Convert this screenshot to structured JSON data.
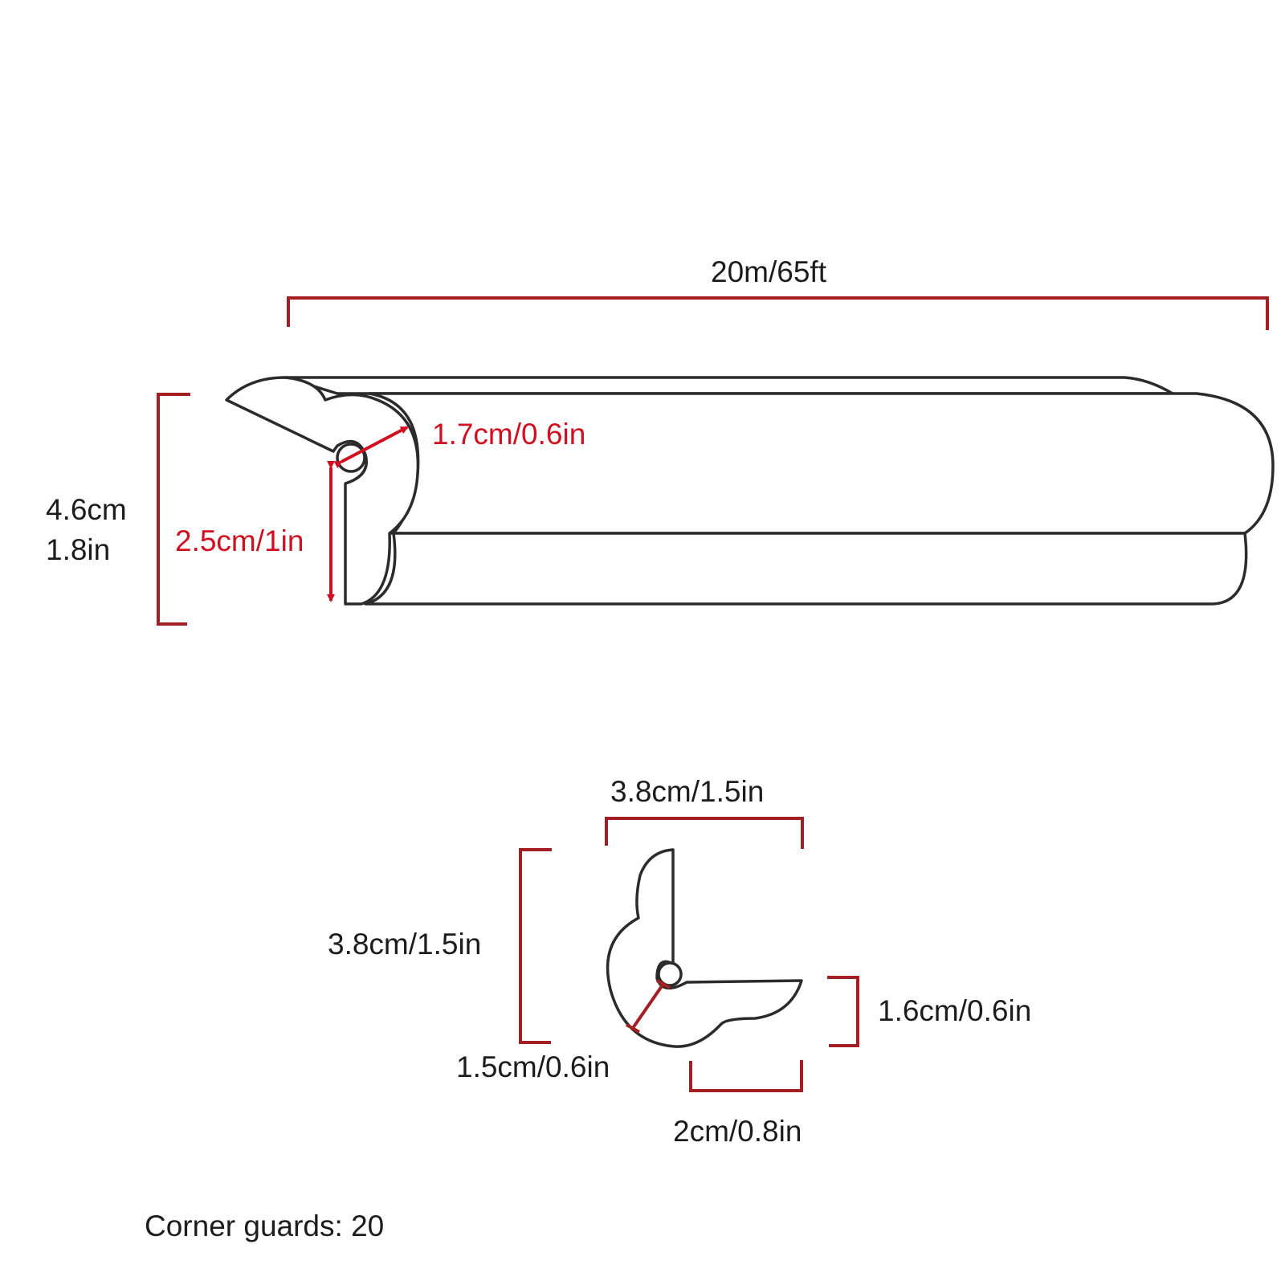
{
  "colors": {
    "outline": "#2b2b2b",
    "bracket": "#a31f24",
    "highlight": "#d01020",
    "background": "#ffffff"
  },
  "strip": {
    "length_label": "20m/65ft",
    "height_cm": "4.6cm",
    "height_in": "1.8in",
    "depth_label": "1.7cm/0.6in",
    "inner_label": "2.5cm/1in"
  },
  "corner": {
    "top_width_label": "3.8cm/1.5in",
    "left_height_label": "3.8cm/1.5in",
    "right_height_label": "1.6cm/0.6in",
    "thickness_label": "1.5cm/0.6in",
    "bottom_width_label": "2cm/0.8in"
  },
  "footer": {
    "corner_guards": "Corner guards: 20"
  }
}
